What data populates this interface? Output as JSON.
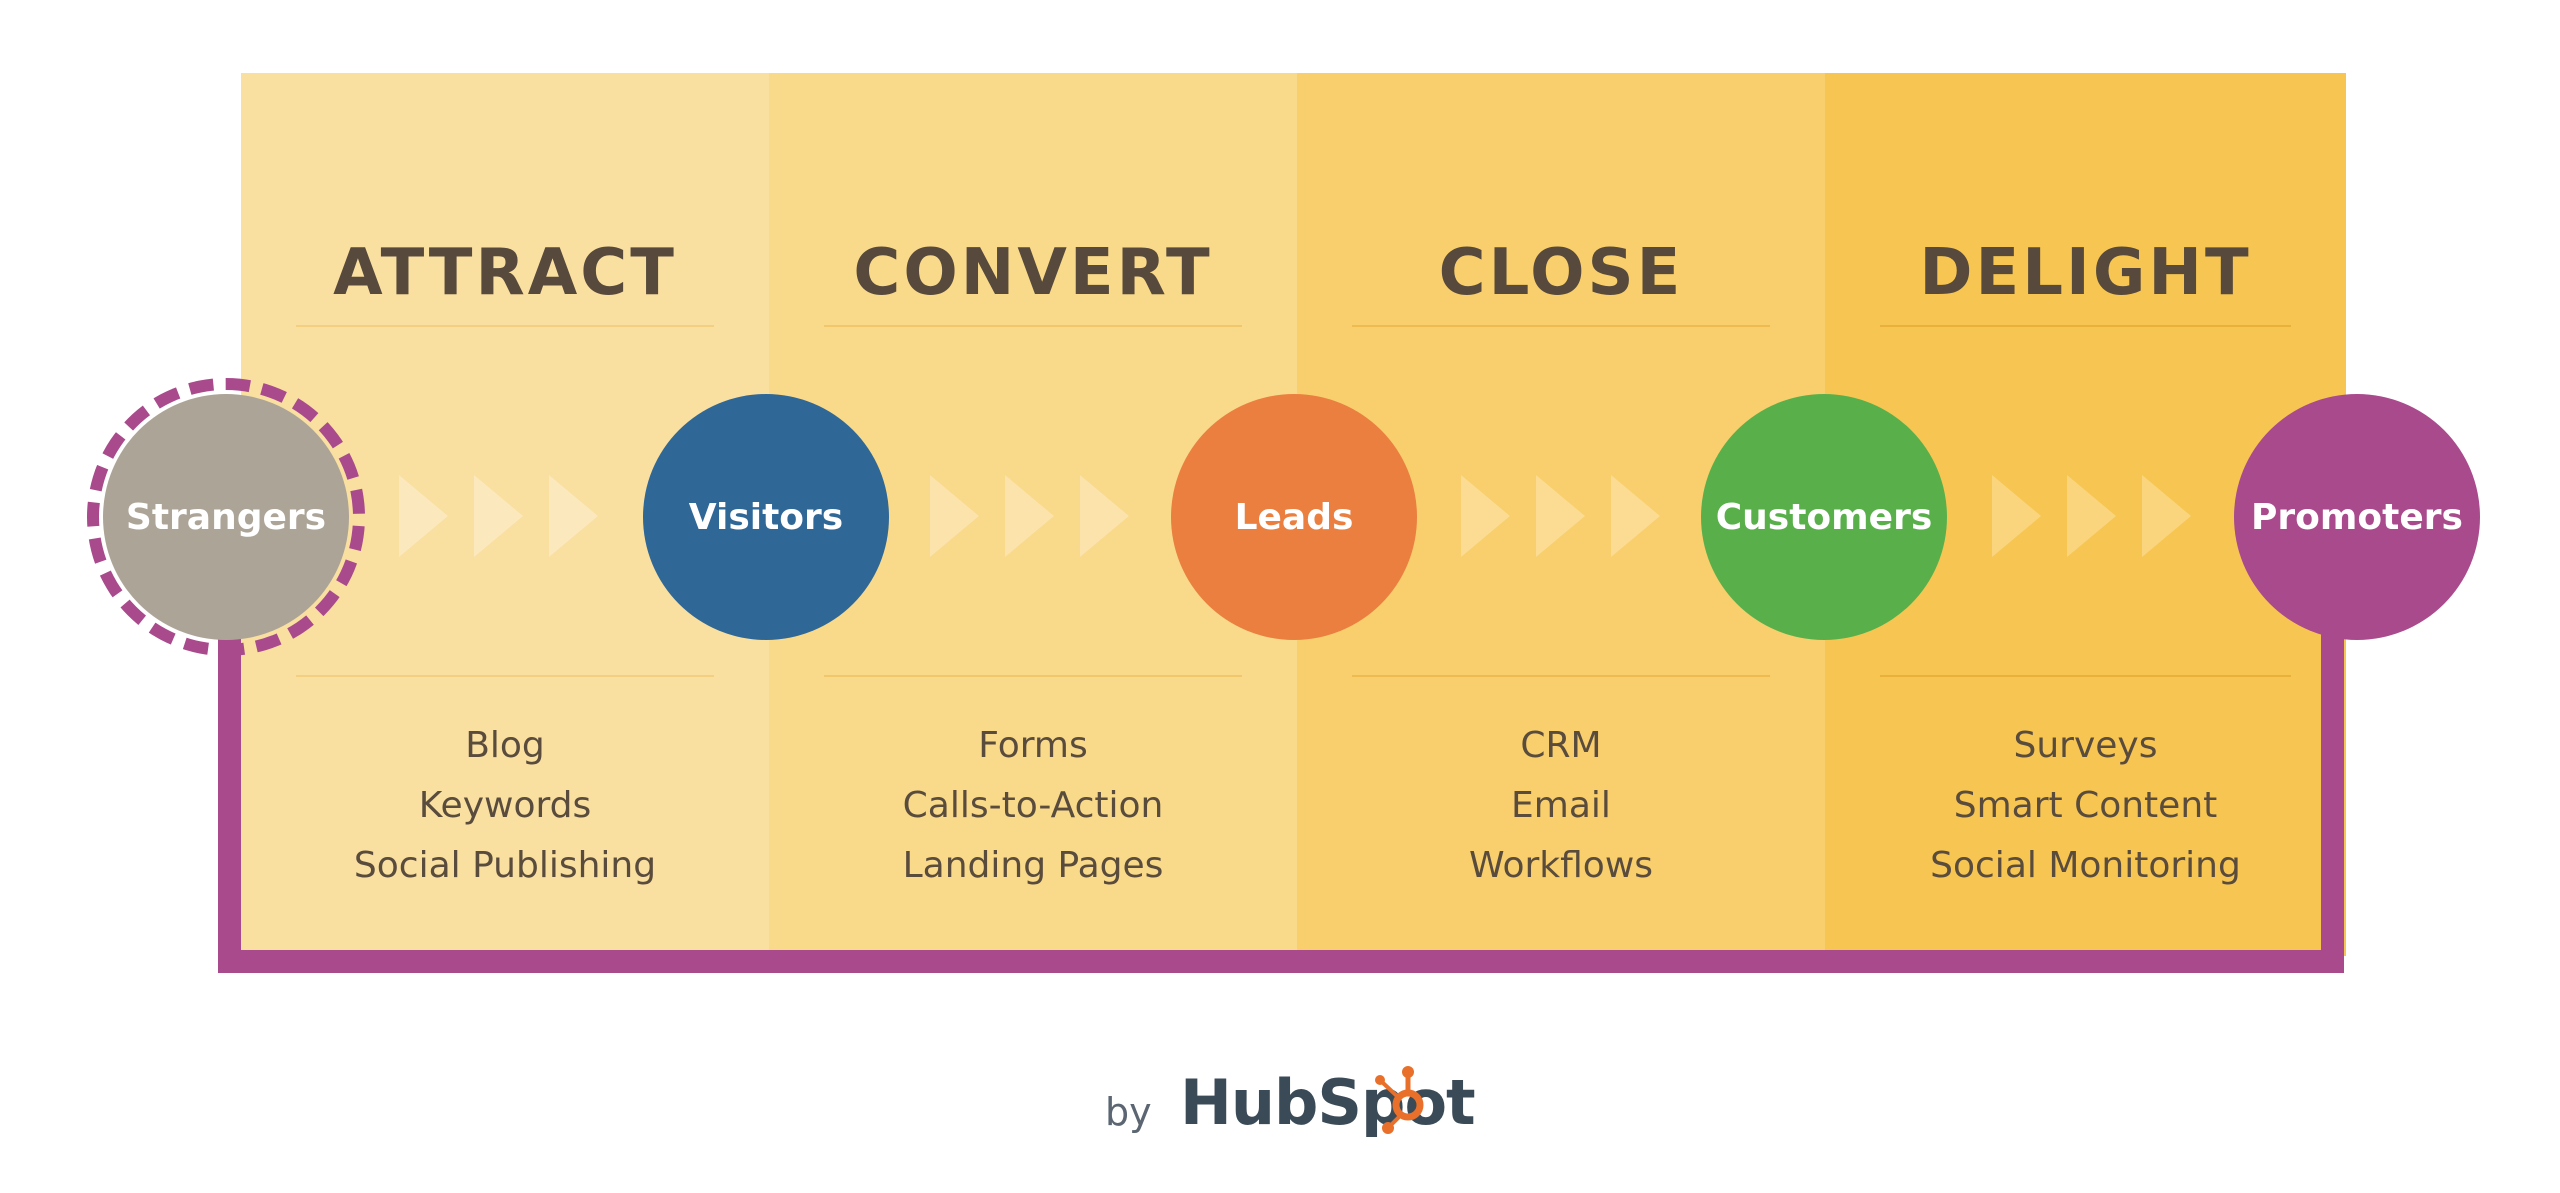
{
  "stages": [
    {
      "title": "ATTRACT",
      "items": [
        "Blog",
        "Keywords",
        "Social Publishing"
      ],
      "bg": "#f9dfa0",
      "divider": "#f3d07f"
    },
    {
      "title": "CONVERT",
      "items": [
        "Forms",
        "Calls-to-Action",
        "Landing Pages"
      ],
      "bg": "#f9d98a",
      "divider": "#f0c76b"
    },
    {
      "title": "CLOSE",
      "items": [
        "CRM",
        "Email",
        "Workflows"
      ],
      "bg": "#f8cf6c",
      "divider": "#edbb4f"
    },
    {
      "title": "DELIGHT",
      "items": [
        "Surveys",
        "Smart Content",
        "Social Monitoring"
      ],
      "bg": "#f7c652",
      "divider": "#eab03c"
    }
  ],
  "nodes": [
    {
      "label": "Strangers",
      "color": "#ada498"
    },
    {
      "label": "Visitors",
      "color": "#2f6797"
    },
    {
      "label": "Leads",
      "color": "#ea7f3f"
    },
    {
      "label": "Customers",
      "color": "#59b04b"
    },
    {
      "label": "Promoters",
      "color": "#a94a8c"
    }
  ],
  "arrow_colors": [
    "#fbe9bd",
    "#fbe3ab",
    "#fbdc92",
    "#fad57e"
  ],
  "loop_color": "#a94a8c",
  "credit": {
    "by": "by",
    "logo": "HubSpot"
  }
}
